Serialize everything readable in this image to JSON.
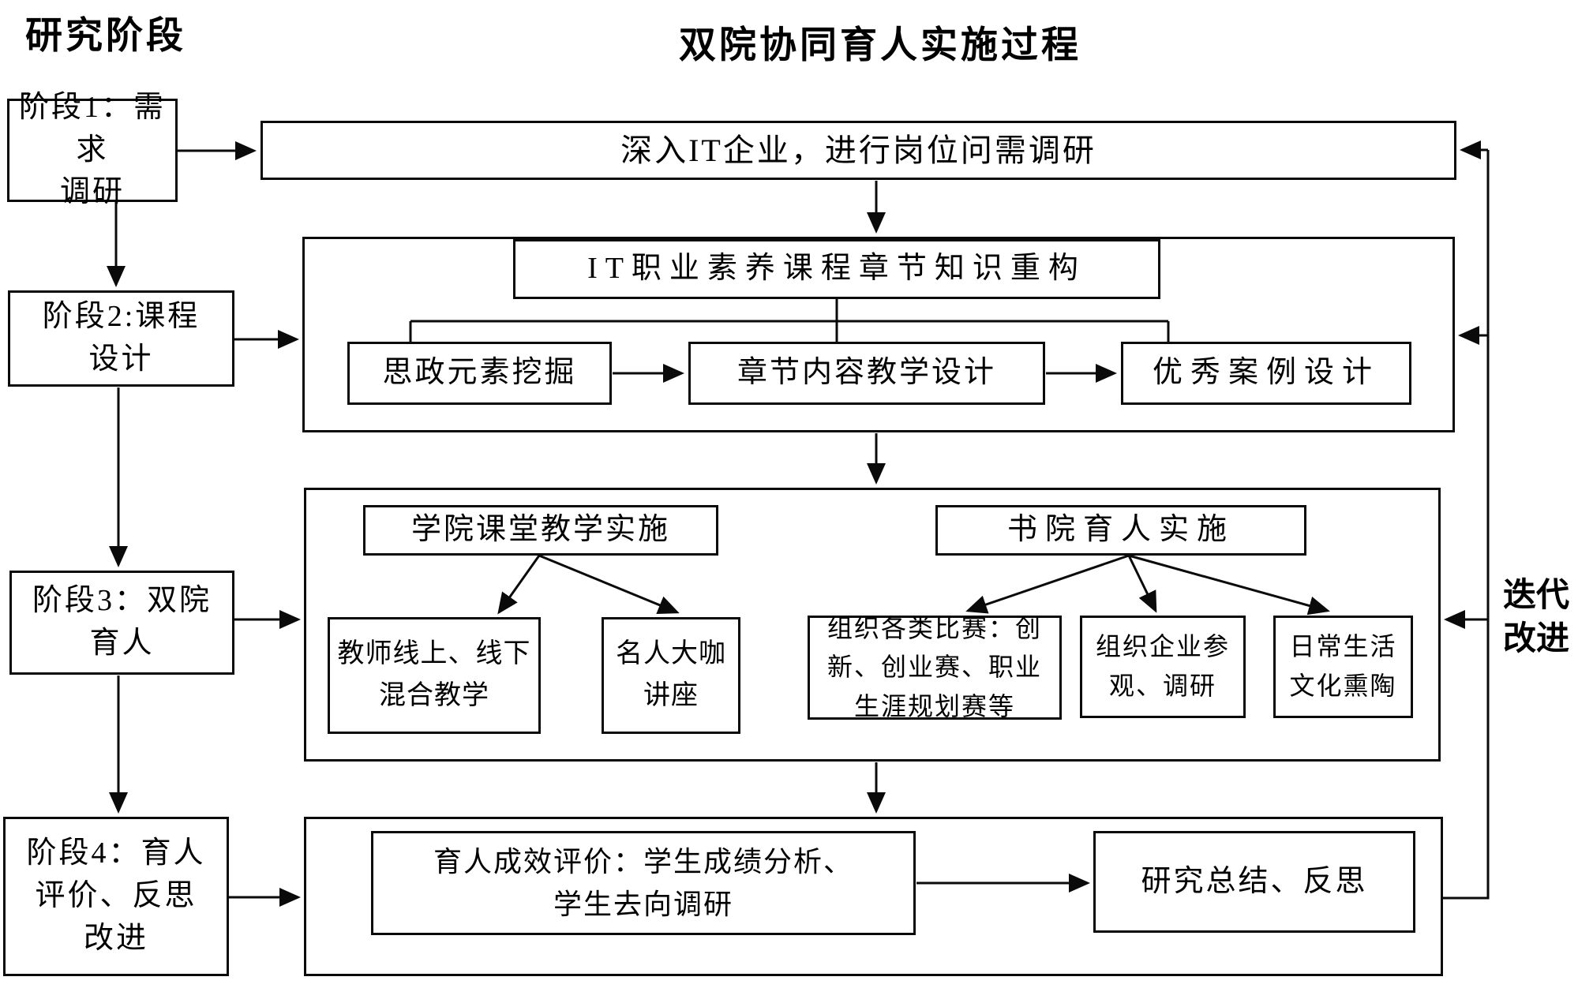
{
  "titles": {
    "left_column": "研究阶段",
    "main": "双院协同育人实施过程"
  },
  "feedback": {
    "line1": "迭代",
    "line2": "改进"
  },
  "stages": {
    "s1": {
      "line1": "阶段1：需求",
      "line2": "调研"
    },
    "s2": {
      "line1": "阶段2:课程",
      "line2": "设计"
    },
    "s3": {
      "line1": "阶段3：双院",
      "line2": "育人"
    },
    "s4": {
      "line1": "阶段4：育人",
      "line2": "评价、反思",
      "line3": "改进"
    }
  },
  "process": {
    "row1": "深入IT企业，进行岗位问需调研",
    "stage2": {
      "header": "IT职业素养课程章节知识重构",
      "item1": "思政元素挖掘",
      "item2": "章节内容教学设计",
      "item3": "优秀案例设计"
    },
    "stage3": {
      "college_header": "学院课堂教学实施",
      "academy_header": "书院育人实施",
      "teaching": {
        "line1": "教师线上、线下",
        "line2": "混合教学"
      },
      "lecture": {
        "line1": "名人大咖",
        "line2": "讲座"
      },
      "contest": {
        "line1": "组织各类比赛：创",
        "line2": "新、创业赛、职业",
        "line3": "生涯规划赛等"
      },
      "visit": {
        "line1": "组织企业参",
        "line2": "观、调研"
      },
      "culture": {
        "line1": "日常生活",
        "line2": "文化熏陶"
      }
    },
    "stage4": {
      "evaluation": {
        "line1": "育人成效评价：学生成绩分析、",
        "line2": "学生去向调研"
      },
      "summary": "研究总结、反思"
    }
  }
}
